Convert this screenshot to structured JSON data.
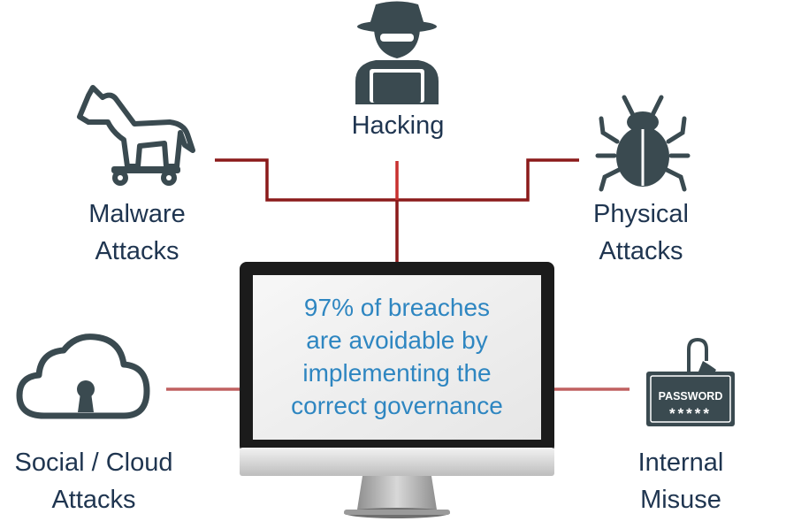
{
  "labels": {
    "hacking": [
      "Hacking"
    ],
    "malware": [
      "Malware",
      "Attacks"
    ],
    "physical": [
      "Physical",
      "Attacks"
    ],
    "social": [
      "Social / Cloud",
      "Attacks"
    ],
    "internal": [
      "Internal",
      "Misuse"
    ]
  },
  "screen": {
    "lines": [
      "97% of breaches",
      "are avoidable by",
      "implementing the",
      "correct governance"
    ]
  },
  "password_tag": {
    "word": "PASSWORD",
    "mask": "*****"
  },
  "icons": {
    "hacking": "hacker-icon",
    "malware": "trojan-horse-icon",
    "physical": "bug-icon",
    "social": "cloud-lock-icon",
    "internal": "password-tag-icon",
    "center": "monitor-icon"
  },
  "colors": {
    "icon": "#3a4a50",
    "label": "#1f3550",
    "screen_text": "#2e86c1",
    "line_dark": "#8b1a1a",
    "line_red": "#c8302f",
    "line_light": "#c06060"
  }
}
